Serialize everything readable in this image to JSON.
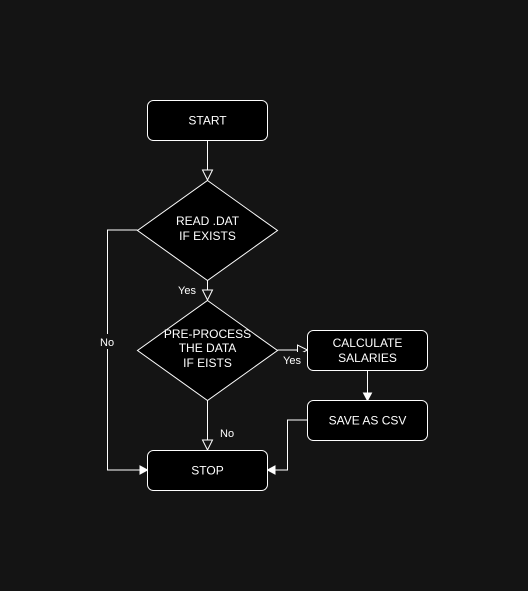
{
  "colors": {
    "background": "#141414",
    "node_fill": "#000000",
    "stroke": "#ffffff",
    "text": "#ffffff"
  },
  "nodes": {
    "start": {
      "label": "START"
    },
    "read_dat": {
      "line1": "READ .DAT",
      "line2": "IF EXISTS"
    },
    "preprocess": {
      "line1": "PRE-PROCESS",
      "line2": "THE DATA",
      "line3": "IF EISTS"
    },
    "calculate": {
      "line1": "CALCULATE",
      "line2": "SALARIES"
    },
    "save_csv": {
      "label": "SAVE AS CSV"
    },
    "stop": {
      "label": "STOP"
    }
  },
  "edges": {
    "read_yes": "Yes",
    "read_no": "No",
    "pre_yes": "Yes",
    "pre_no": "No"
  }
}
